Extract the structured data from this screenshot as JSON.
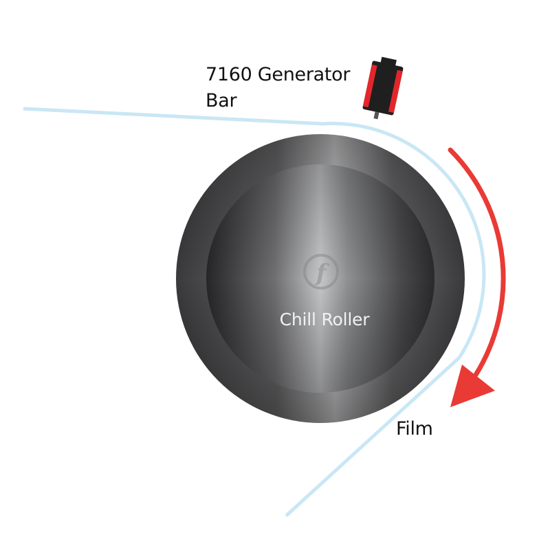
{
  "labels": {
    "generator_line1": "7160 Generator",
    "generator_line2": "Bar",
    "roller": "Chill Roller",
    "film": "Film"
  },
  "logo": {
    "letter": "f"
  },
  "colors": {
    "film": "#c9e7f5",
    "arrow": "#e93a35",
    "generator_body": "#1f1f1f",
    "generator_accent": "#e4262c",
    "roller_dark": "#2e2e30",
    "roller_light": "#cfd0d2"
  },
  "icons": [
    "logo-icon",
    "rotation-arrow-icon",
    "generator-bar-icon"
  ]
}
